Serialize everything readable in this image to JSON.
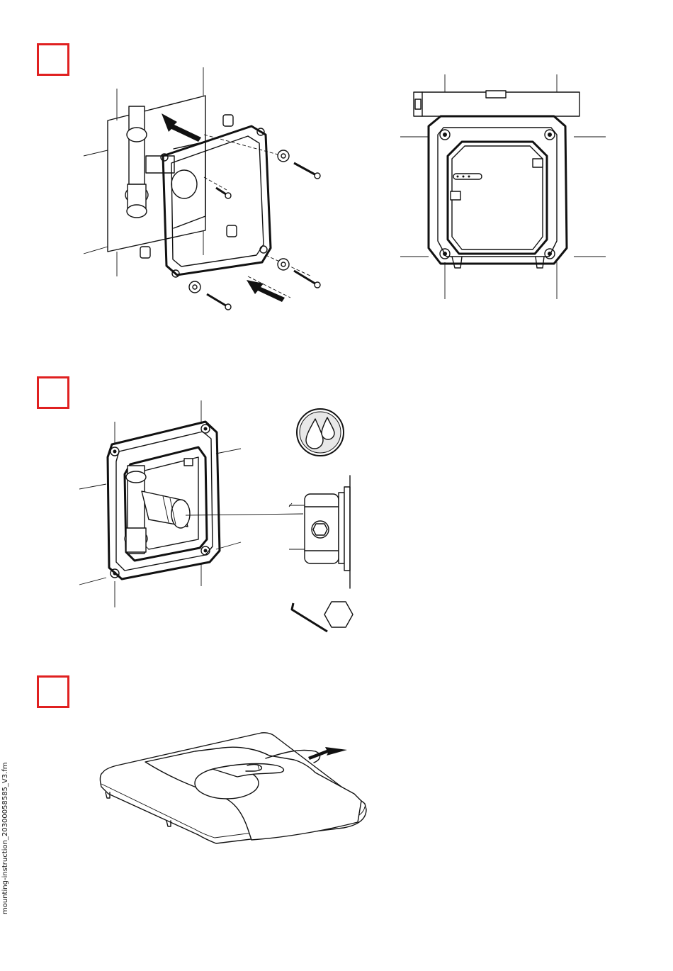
{
  "steps": [
    {
      "id": "step-1"
    },
    {
      "id": "step-2"
    },
    {
      "id": "step-3"
    }
  ],
  "footer": {
    "file_label": "mounting-instruction_20300058585_V3.fm"
  },
  "colors": {
    "step_box": "#e02020",
    "line_art": "#111111",
    "background": "#ffffff"
  },
  "icons": [
    "drops-icon",
    "hex-socket-icon",
    "allen-key-icon",
    "arrow-icon"
  ]
}
